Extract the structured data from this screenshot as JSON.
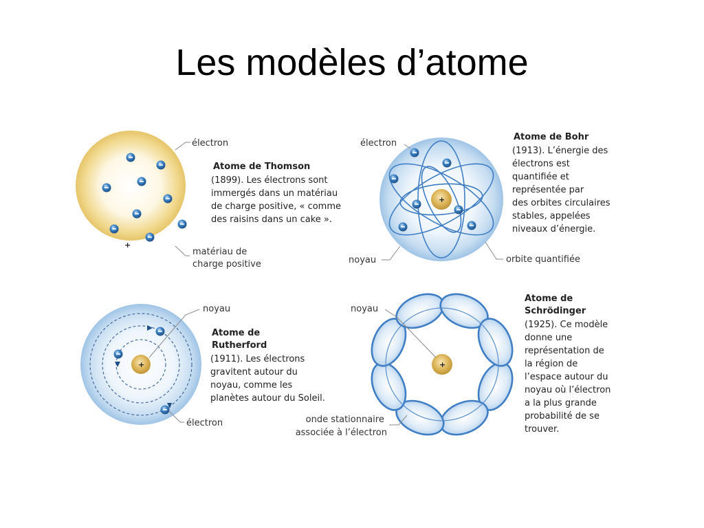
{
  "title": "Les modèles d’atome",
  "colors": {
    "electron": "#3a7fc0",
    "nucleus": "#d9b35a",
    "thomson_fill": "#f2dc9a",
    "orbit_blue": "#3f7ec4",
    "sphere_blue": "#a9cdea"
  },
  "thomson": {
    "name": "Atome de Thomson",
    "description": [
      "(1899). Les électrons sont",
      "immergés dans un matériau",
      "de charge positive, « comme",
      "des raisins dans un cake »."
    ],
    "callout_electron": "électron",
    "callout_material": [
      "matériau de",
      "charge positive"
    ],
    "electron_sign": "–",
    "positive_sign": "+"
  },
  "bohr": {
    "name": "Atome de Bohr",
    "description": [
      "(1913). L’énergie des",
      "électrons est",
      "quantifiée et",
      "représentée par",
      "des orbites circulaires",
      "stables, appelées",
      "niveaux d’énergie."
    ],
    "callout_electron": "électron",
    "callout_nucleus": "noyau",
    "callout_orbit": "orbite quantifiée",
    "nucleus_sign": "+"
  },
  "rutherford": {
    "name": [
      "Atome de",
      "Rutherford"
    ],
    "description": [
      "(1911). Les électrons",
      "gravitent autour du",
      "noyau, comme les",
      "planètes autour du Soleil."
    ],
    "callout_nucleus": "noyau",
    "callout_electron": "électron",
    "nucleus_sign": "+"
  },
  "schrodinger": {
    "name": [
      "Atome de",
      "Schrödinger"
    ],
    "description": [
      "(1925). Ce modèle",
      "donne une",
      "représentation de",
      "la région de",
      "l’espace autour du",
      "noyau où l’électron",
      "a la plus grande",
      "probabilité de se",
      "trouver."
    ],
    "callout_nucleus": "noyau",
    "callout_wave": [
      "onde stationnaire",
      "associée à l’électron"
    ],
    "nucleus_sign": "+"
  }
}
